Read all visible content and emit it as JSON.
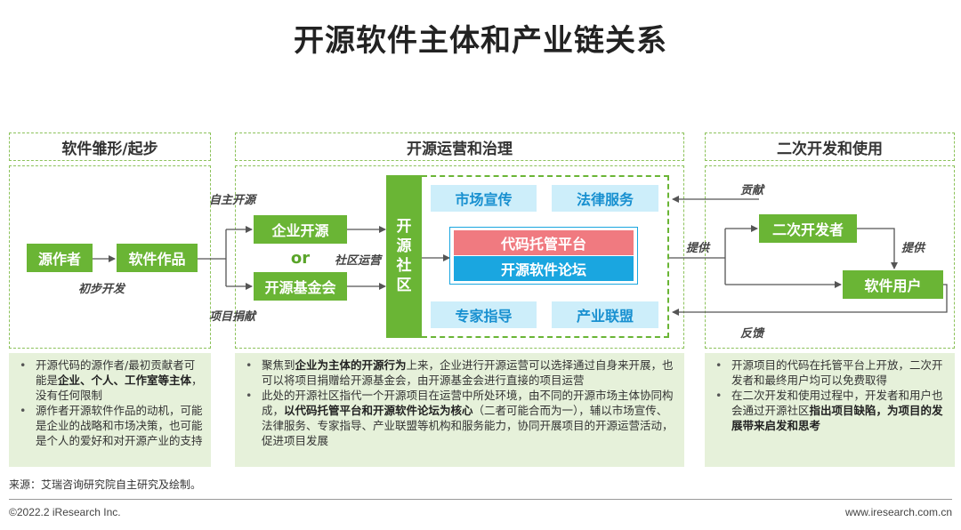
{
  "title": "开源软件主体和产业链关系",
  "sections": {
    "left": "软件雏形/起步",
    "middle": "开源运营和治理",
    "right": "二次开发和使用"
  },
  "nodes": {
    "author": "源作者",
    "work": "软件作品",
    "enterprise": "企业开源",
    "or": "or",
    "foundation": "开源基金会",
    "community": "开源社区",
    "marketing": "市场宣传",
    "legal": "法律服务",
    "hosting": "代码托管平台",
    "forum": "开源软件论坛",
    "expert": "专家指导",
    "alliance": "产业联盟",
    "developer": "二次开发者",
    "user": "软件用户"
  },
  "labels": {
    "self_open": "自主开源",
    "initial_dev": "初步开发",
    "project_donation": "项目捐献",
    "community_ops": "社区运营",
    "contribute": "贡献",
    "provide_left": "提供",
    "provide_right": "提供",
    "feedback": "反馈"
  },
  "notes": {
    "left": [
      {
        "pre": "开源代码的源作者/最初贡献者可能是",
        "bold": "企业、个人、工作室等主体",
        "post": "，没有任何限制"
      },
      {
        "pre": "源作者开源软件作品的动机，可能是企业的战略和市场决策，也可能是个人的爱好和对开源产业的支持",
        "bold": "",
        "post": ""
      }
    ],
    "middle": [
      {
        "pre": "聚焦到",
        "bold": "企业为主体的开源行为",
        "post": "上来，企业进行开源运营可以选择通过自身来开展，也可以将项目捐赠给开源基金会，由开源基金会进行直接的项目运营"
      },
      {
        "pre": "此处的开源社区指代一个开源项目在运营中所处环境，由不同的开源市场主体协同构成，",
        "bold": "以代码托管平台和开源软件论坛为核心",
        "post": "（二者可能合而为一），辅以市场宣传、法律服务、专家指导、产业联盟等机构和服务能力，协同开展项目的开源运营活动，促进项目发展"
      }
    ],
    "right": [
      {
        "pre": "开源项目的代码在托管平台上开放，二次开发者和最终用户均可以免费取得",
        "bold": "",
        "post": ""
      },
      {
        "pre": "在二次开发和使用过程中，开发者和用户也会通过开源社区",
        "bold": "指出项目缺陷，为项目的发展带来启发和思考",
        "post": ""
      }
    ]
  },
  "source": "来源：艾瑞咨询研究院自主研究及绘制。",
  "footer": {
    "copyright": "©2022.2 iResearch Inc.",
    "website": "www.iresearch.com.cn"
  },
  "colors": {
    "green": "#6ab535",
    "dark_green": "#5aa52a",
    "light_green": "#e6f1da",
    "pink": "#f07a80",
    "blue": "#1aa6e0",
    "light_cyan": "#cdeefa",
    "cyan_text": "#1890d0"
  }
}
